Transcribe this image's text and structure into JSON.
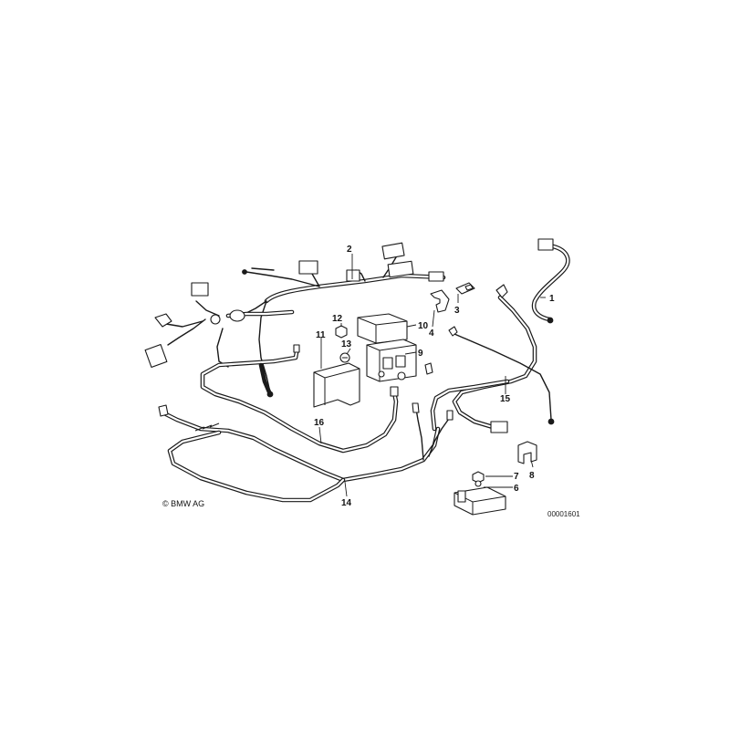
{
  "diagram": {
    "copyright": "© BMW AG",
    "reference_number": "00001601",
    "callouts": [
      "1",
      "2",
      "3",
      "4",
      "6",
      "7",
      "8",
      "9",
      "10",
      "11",
      "12",
      "13",
      "14",
      "15",
      "16"
    ],
    "line_color": "#1a1a1a",
    "background": "#ffffff"
  }
}
